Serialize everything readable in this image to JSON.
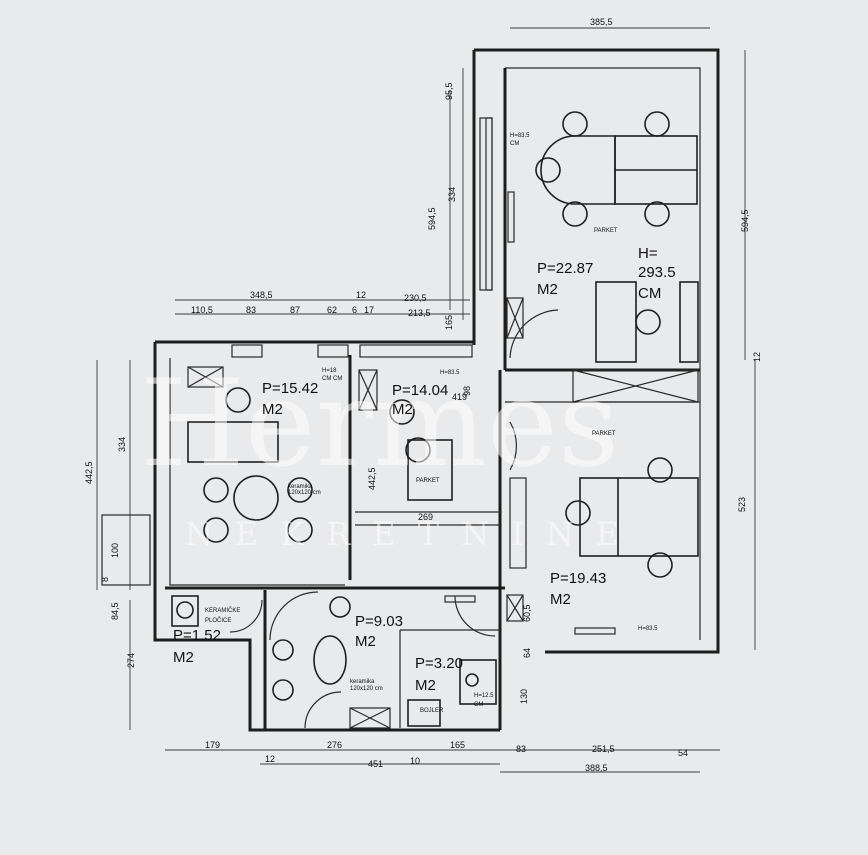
{
  "watermark": {
    "brand": "Hermes",
    "sub": "NEKRETNINE"
  },
  "rooms": [
    {
      "area": "P=22.87",
      "unit": "M2"
    },
    {
      "area": "P=15.42",
      "unit": "M2"
    },
    {
      "area": "P=14.04",
      "unit": "M2"
    },
    {
      "area": "P=19.43",
      "unit": "M2"
    },
    {
      "area": "P=9.03",
      "unit": "M2"
    },
    {
      "area": "P=3.20",
      "unit": "M2"
    },
    {
      "area": "P=1.52",
      "unit": "M2"
    }
  ],
  "height": {
    "h": "H=",
    "value": "293.5",
    "unit": "CM"
  },
  "labels": {
    "parket": "PARKET",
    "keramika": "keramika",
    "keramika_size": "120x120 cm",
    "keramicke": "KERAMIČKE",
    "plocice": "PLOČICE",
    "h835": "H=83.5",
    "cm": "CM",
    "h18": "H=18",
    "cmcm": "CM CM",
    "h835b": "H=83.5",
    "h125": "H=12.5",
    "boiler": "BOJLER",
    "h835c": "H=83.5"
  },
  "dims": {
    "top_3855": "385,5",
    "d_955": "95,5",
    "d_5945a": "594,5",
    "d_334a": "334",
    "d_5945b": "594,5",
    "d_12v": "12",
    "d_3485": "348,5",
    "d_12": "12",
    "d_2305": "230,5",
    "d_1105": "110,5",
    "d_83": "83",
    "d_87": "87",
    "d_62": "62",
    "d_6": "6",
    "d_17": "17",
    "d_2135": "213,5",
    "d_165v": "165",
    "d_98": "98",
    "d_419": "419",
    "d_4425a": "442,5",
    "d_334b": "334",
    "d_100": "100",
    "d_8": "8",
    "d_4425b": "442,5",
    "d_269": "269",
    "d_523": "523",
    "d_845": "84,5",
    "d_605": "60,5",
    "d_64": "64",
    "d_274": "274",
    "d_130": "130",
    "b_179": "179",
    "b_12": "12",
    "b_276": "276",
    "b_165": "165",
    "b_83": "83",
    "b_2515": "251,5",
    "b_54": "54",
    "b_451": "451",
    "b_10": "10",
    "b_3885": "388,5"
  }
}
